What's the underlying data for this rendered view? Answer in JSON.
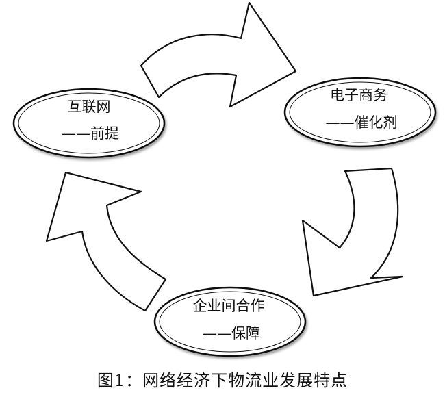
{
  "nodes": {
    "internet": {
      "line1": "互联网",
      "line2": "——前提"
    },
    "ecommerce": {
      "line1": "电子商务",
      "line2": "——催化剂"
    },
    "cooperation": {
      "line1": "企业间合作",
      "line2": "——保障"
    }
  },
  "caption": "图1：网络经济下物流业发展特点"
}
